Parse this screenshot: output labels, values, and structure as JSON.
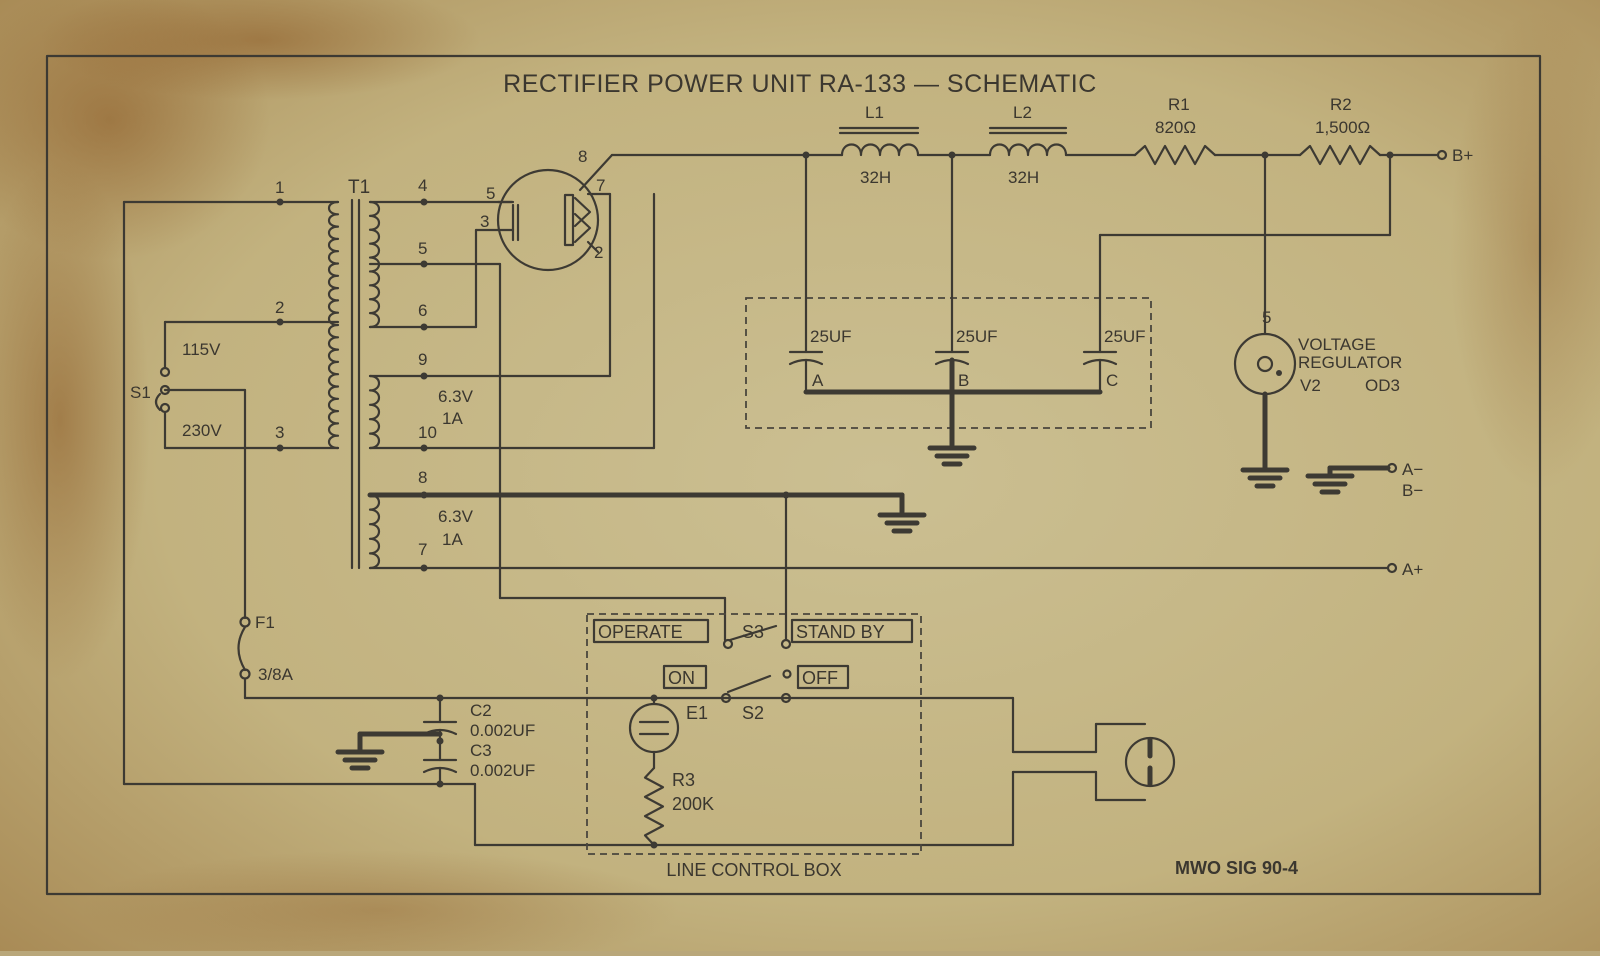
{
  "title": "RECTIFIER POWER UNIT RA-133 — SCHEMATIC",
  "transformer": {
    "label": "T1",
    "pins": [
      "1",
      "2",
      "3",
      "4",
      "5",
      "6",
      "9",
      "10",
      "8",
      "7"
    ],
    "winding_a": {
      "voltage": "6.3V",
      "current": "1A"
    },
    "winding_b": {
      "voltage": "6.3V",
      "current": "1A"
    }
  },
  "tube_pins": [
    "8",
    "5",
    "7",
    "3",
    "2"
  ],
  "switch_s1": {
    "label": "S1",
    "v1": "115V",
    "v2": "230V"
  },
  "inductors": [
    {
      "label": "L1",
      "value": "32H"
    },
    {
      "label": "L2",
      "value": "32H"
    }
  ],
  "resistors": [
    {
      "label": "R1",
      "value": "820Ω"
    },
    {
      "label": "R2",
      "value": "1,500Ω"
    },
    {
      "label": "R3",
      "value": "200K"
    }
  ],
  "capacitors": [
    {
      "value": "25UF",
      "tag": "A"
    },
    {
      "value": "25UF",
      "tag": "B"
    },
    {
      "value": "25UF",
      "tag": "C"
    }
  ],
  "regulator": {
    "pin": "5",
    "line1": "VOLTAGE",
    "line2": "REGULATOR",
    "v": "V2",
    "type": "OD3"
  },
  "terminals": {
    "b_plus": "B+",
    "a_minus": "A−",
    "b_minus": "B−",
    "a_plus": "A+"
  },
  "fuse": {
    "label": "F1",
    "rating": "3/8A"
  },
  "c2": {
    "label": "C2",
    "value": "0.002UF"
  },
  "c3": {
    "label": "C3",
    "value": "0.002UF"
  },
  "control_box": {
    "operate": "OPERATE",
    "s3": "S3",
    "standby": "STAND BY",
    "on": "ON",
    "off": "OFF",
    "s2": "S2",
    "e1": "E1",
    "caption": "LINE CONTROL BOX"
  },
  "mwo": "MWO SIG 90-4",
  "colors": {
    "paper": "#c4b585",
    "ink": "#3d3a33",
    "stain": "#9a6b33"
  }
}
